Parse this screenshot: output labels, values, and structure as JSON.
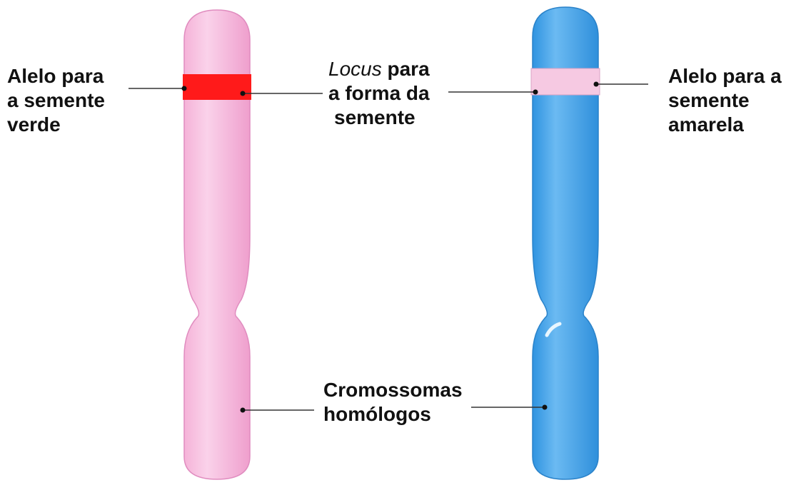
{
  "colors": {
    "pink_chromosome": "#f2a6d2",
    "pink_chromosome_light": "#f9cde6",
    "blue_chromosome": "#3aa0e8",
    "blue_chromosome_light": "#7cc4f3",
    "green_allele_band": "#ff1a1a",
    "yellow_allele_band": "#f6c9e2",
    "leader_line": "#333333"
  },
  "labels": {
    "left_allele": [
      "Alelo para",
      "a semente",
      "verde"
    ],
    "right_allele": [
      "Alelo para a",
      "semente",
      "amarela"
    ],
    "locus": {
      "italic_word": "Locus",
      "line1_rest": " para",
      "line2": "a forma da",
      "line3": "semente"
    },
    "homologs": [
      "Cromossomas",
      "homólogos"
    ]
  }
}
